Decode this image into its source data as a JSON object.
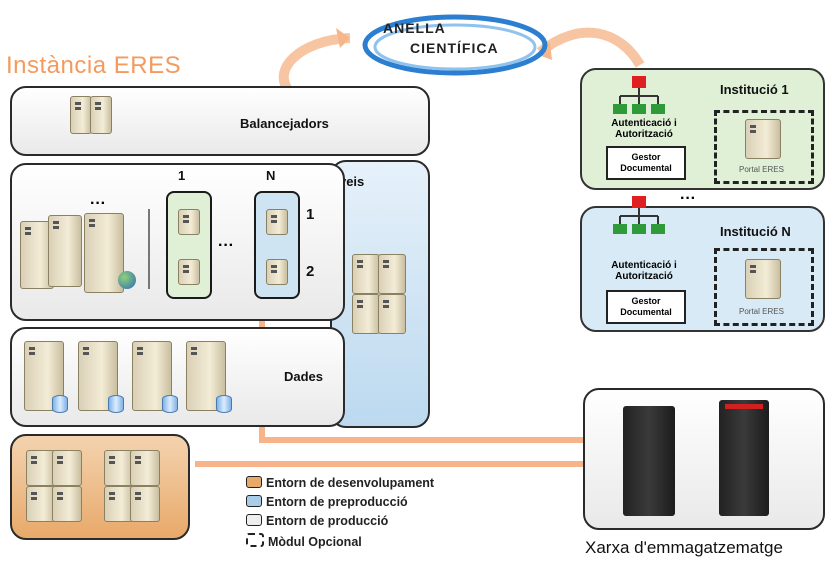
{
  "title": "Instància ERES",
  "ring": {
    "line1": "ANELLA",
    "line2": "CIENTÍFICA"
  },
  "balancers_label": "Balancejadors",
  "serveis_label": "Serveis",
  "dades_label": "Dades",
  "ellipsis": "···",
  "column_labels": {
    "first": "1",
    "last": "N"
  },
  "row_labels": {
    "first": "1",
    "second": "2"
  },
  "institutions": [
    {
      "name": "Institució 1",
      "auth": "Autenticació i Autorització",
      "gestor": "Gestor Documental",
      "portal": "Portal ERES",
      "color": "#dff0d6"
    },
    {
      "name": "Institució N",
      "auth": "Autenticació i Autorització",
      "gestor": "Gestor Documental",
      "portal": "Portal ERES",
      "color": "#d8eaf6"
    }
  ],
  "storage_label": "Xarxa d'emmagatzematge",
  "legend": [
    {
      "label": "Entorn de desenvolupament",
      "color": "#e8a96a"
    },
    {
      "label": "Entorn de preproducció",
      "color": "#a9cde8"
    },
    {
      "label": "Entorn de producció",
      "color": "#eeeeee"
    },
    {
      "label": "Mòdul Opcional",
      "color": "dashed"
    }
  ],
  "colors": {
    "accent_orange": "#f59a5c",
    "line_orange": "#f7b48a",
    "green_env": "#dff0d6",
    "blue_env": "#cfe4f3",
    "dev_env": "#e8a96a",
    "ring_blue": "#2b7ed0"
  }
}
